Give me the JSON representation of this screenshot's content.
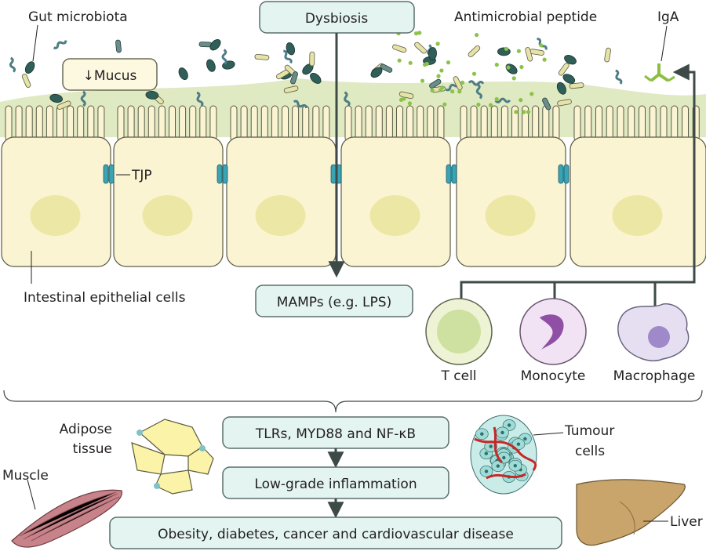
{
  "labels": {
    "gut_microbiota": "Gut microbiota",
    "dysbiosis": "Dysbiosis",
    "antimicrobial_peptide": "Antimicrobial peptide",
    "iga": "IgA",
    "mucus": "↓Mucus",
    "tjp": "TJP",
    "intestinal_epithelial_cells": "Intestinal epithelial cells",
    "mamps": "MAMPs (e.g. LPS)",
    "t_cell": "T cell",
    "monocyte": "Monocyte",
    "macrophage": "Macrophage",
    "adipose_line1": "Adipose",
    "adipose_line2": "tissue",
    "muscle": "Muscle",
    "tumour_line1": "Tumour",
    "tumour_line2": "cells",
    "liver": "Liver"
  },
  "pathway": {
    "step1": "TLRs, MYD88 and NF-κB",
    "step2": "Low-grade inflammation",
    "step3": "Obesity, diabetes, cancer and cardiovascular disease"
  },
  "colors": {
    "box_fill": "#e3f4f1",
    "box_stroke": "#5a6f6c",
    "epithelium_fill": "#fbf4d2",
    "mucus_layer": "#dfe9c2",
    "tjp": "#3aa3b4",
    "arrow": "#3d4a48"
  }
}
